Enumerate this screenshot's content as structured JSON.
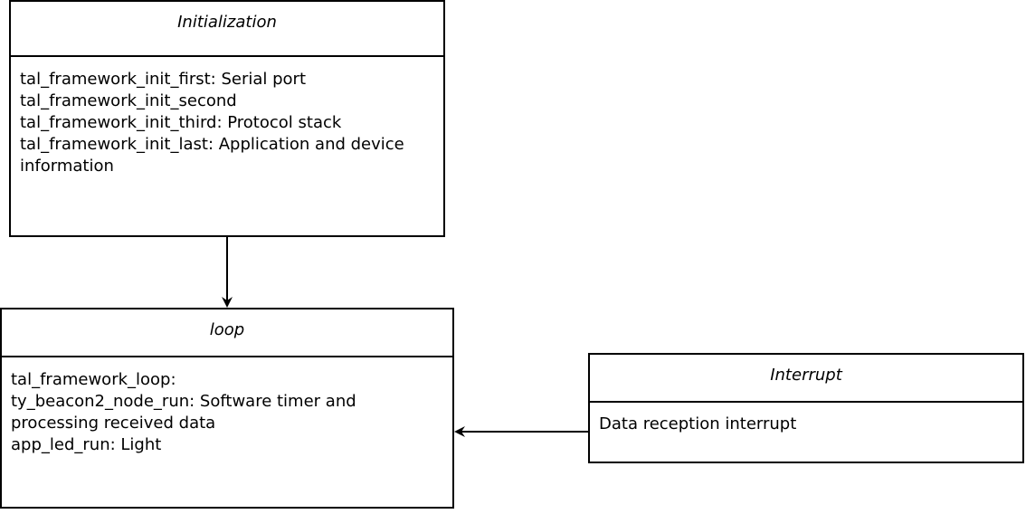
{
  "initialization": {
    "title": "Initialization",
    "lines": [
      "tal_framework_init_first: Serial port",
      "tal_framework_init_second",
      "tal_framework_init_third: Protocol stack",
      "tal_framework_init_last: Application and device information"
    ]
  },
  "loop": {
    "title": "loop",
    "lines": [
      "tal_framework_loop:",
      "ty_beacon2_node_run: Software timer and processing received data",
      "app_led_run: Light"
    ]
  },
  "interrupt": {
    "title": "Interrupt",
    "lines": [
      "Data reception interrupt"
    ]
  }
}
